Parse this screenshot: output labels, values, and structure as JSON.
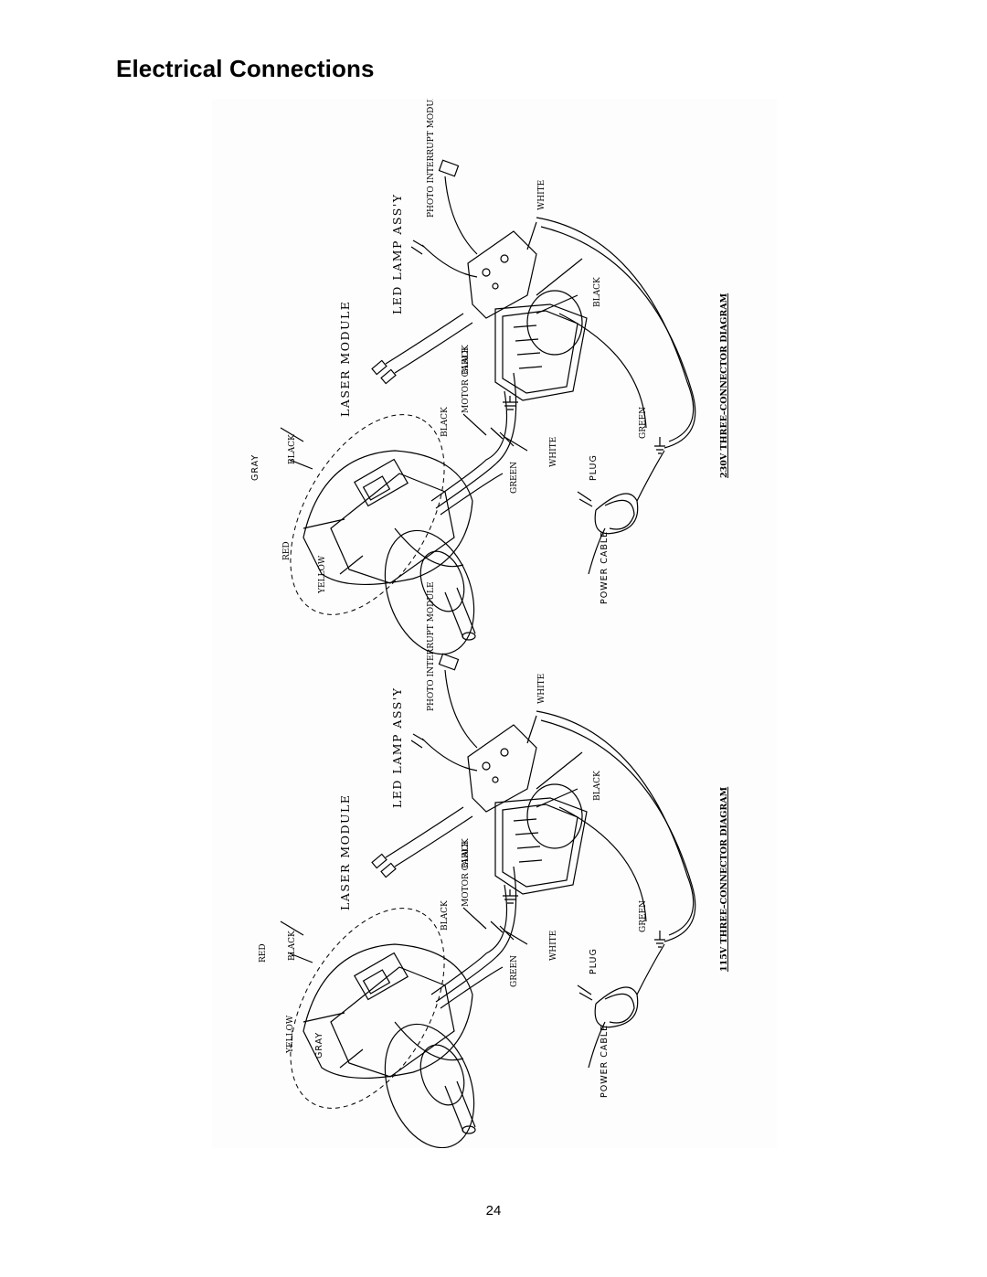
{
  "page": {
    "title": "Electrical Connections",
    "page_number": "24"
  },
  "diagram_230v": {
    "title": "230V THREE–CONNECTOR DIAGRAM",
    "labels": {
      "photo_interrupt_module": "PHOTO INTERRUPT MODULE",
      "led_lamp_assy": "LED LAMP ASS'Y",
      "laser_module": "LASER MODULE",
      "white_top": "WHITE",
      "black_right": "BLACK",
      "black_cable": "BLACK",
      "motor_cable": "MOTOR CABLE",
      "black_motor": "BLACK",
      "white_bottom": "WHITE",
      "green_bottom": "GREEN",
      "green_plug": "GREEN",
      "plug": "PLUG",
      "power_cable": "POWER CABLE",
      "gray": "GRAY",
      "black_top": "BLACK",
      "red": "RED",
      "yellow": "YELLOW"
    }
  },
  "diagram_115v": {
    "title": "115V THREE–CONNECTOR DIAGRAM",
    "labels": {
      "photo_interrupt_module": "PHOTO INTERRUPT MODULE",
      "led_lamp_assy": "LED LAMP ASS'Y",
      "laser_module": "LASER MODULE",
      "white_top": "WHITE",
      "black_right": "BLACK",
      "black_cable": "BLACK",
      "motor_cable": "MOTOR CABLE",
      "black_motor": "BLACK",
      "white_bottom": "WHITE",
      "green_bottom": "GREEN",
      "green_plug": "GREEN",
      "plug": "PLUG",
      "power_cable": "POWER CABLE",
      "red": "RED",
      "black_top": "BLACK",
      "yellow": "YELLOW",
      "gray": "GRAY"
    }
  }
}
